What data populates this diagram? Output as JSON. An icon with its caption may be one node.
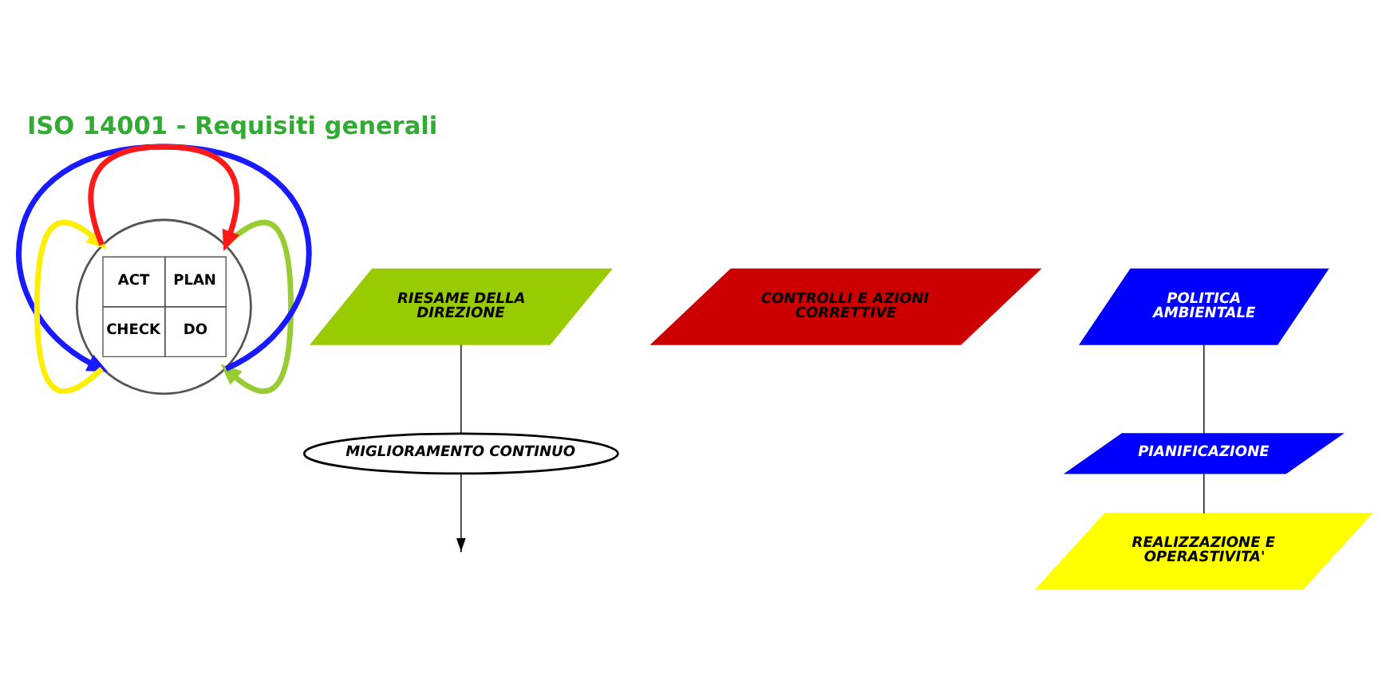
{
  "diagram": {
    "title": "ISO 14001 - Requisiti generali",
    "nodes": [
      {
        "text": [
          "ACT",
          "PLAN",
          "CHECK",
          "DO"
        ]
      },
      {
        "text": [
          "RIESAME DELLA DIREZIONE"
        ]
      },
      {
        "text": [
          "CONTROLLI E AZIONI CORRETTIVE"
        ]
      },
      {
        "text": [
          "REALIZZAZIONE E OPERASTIVITA'"
        ]
      },
      {
        "text": [
          "POLITICA AMBIENTALE"
        ]
      },
      {
        "text": [
          "PIANIFICAZIONE"
        ]
      },
      {
        "text": [
          "MIGLIORAMENTO CONTINUO"
        ]
      }
    ],
    "edges": [
      {
        "from": 0,
        "to": 0,
        "arrow": "to",
        "style": "thick",
        "color": "#99cc33"
      },
      {
        "from": 0,
        "to": 0,
        "arrow": "to",
        "style": "thick",
        "color": "#1a1aff"
      },
      {
        "from": 0,
        "to": 0,
        "arrow": "to",
        "style": "thick",
        "color": "#ffee00"
      },
      {
        "from": 0,
        "to": 0,
        "arrow": "to",
        "style": "thick",
        "color": "#ff1a1a"
      },
      {
        "from": 4,
        "to": 5,
        "arrow": "none"
      },
      {
        "from": 5,
        "to": 3,
        "arrow": "none"
      },
      {
        "from": 1,
        "to": 6,
        "arrow": "none"
      },
      {
        "from": 6,
        "to": null,
        "arrow": "to"
      }
    ]
  }
}
